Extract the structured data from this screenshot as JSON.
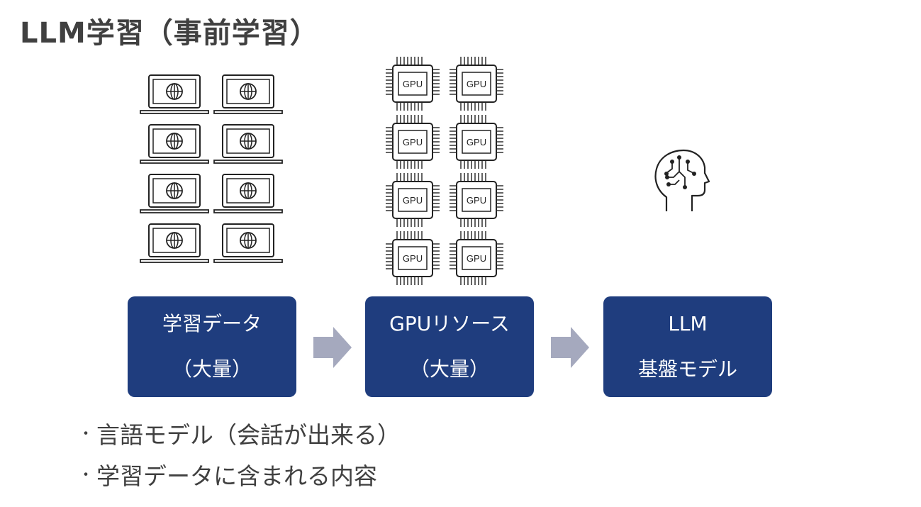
{
  "title": "LLM学習（事前学習）",
  "boxes": {
    "data": {
      "line1": "学習データ",
      "line2": "（大量）"
    },
    "gpu": {
      "line1": "GPUリソース",
      "line2": "（大量）"
    },
    "llm": {
      "line1": "LLM",
      "line2": "基盤モデル"
    }
  },
  "gpu_chip_label": "GPU",
  "bullets": [
    {
      "marker": "・",
      "text": "言語モデル（会話が出来る）"
    },
    {
      "marker": "・",
      "text": "学習データに含まれる内容"
    }
  ],
  "icons": {
    "laptop": "laptop-globe-icon",
    "gpu": "gpu-chip-icon",
    "brain": "ai-head-icon",
    "arrow": "right-arrow-icon"
  },
  "colors": {
    "box": "#1f3d7e",
    "arrow": "#a5a9be",
    "title": "#404040"
  }
}
